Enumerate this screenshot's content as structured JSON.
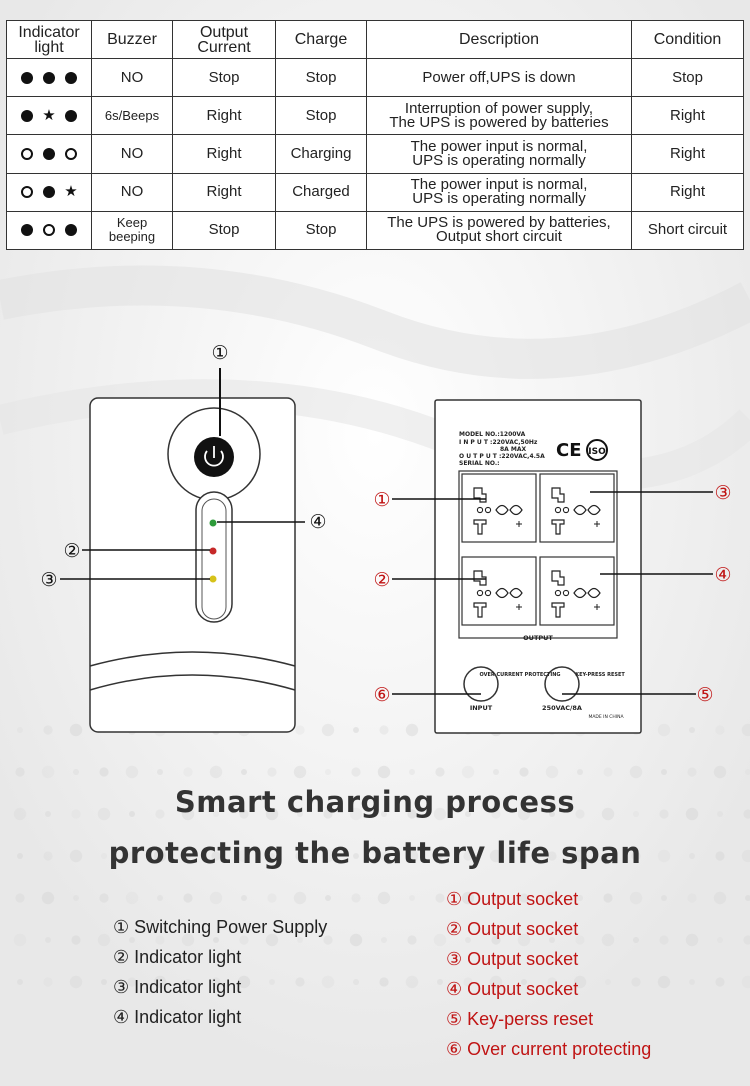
{
  "table": {
    "headers": [
      "Indicator light",
      "Buzzer",
      "Output Current",
      "Charge",
      "Description",
      "Condition"
    ],
    "rows": [
      {
        "lights": [
          "filled",
          "filled",
          "filled"
        ],
        "buzzer": "NO",
        "output": "Stop",
        "charge": "Stop",
        "desc1": "Power off,UPS is down",
        "desc2": "",
        "condition": "Stop"
      },
      {
        "lights": [
          "filled",
          "star",
          "filled"
        ],
        "buzzer": "6s/Beeps",
        "output": "Right",
        "charge": "Stop",
        "desc1": "Interruption of power supply,",
        "desc2": "The UPS is powered by batteries",
        "condition": "Right"
      },
      {
        "lights": [
          "hollow",
          "filled",
          "hollow"
        ],
        "buzzer": "NO",
        "output": "Right",
        "charge": "Charging",
        "desc1": "The power input is normal,",
        "desc2": "UPS is operating normally",
        "condition": "Right"
      },
      {
        "lights": [
          "hollow",
          "filled",
          "star"
        ],
        "buzzer": "NO",
        "output": "Right",
        "charge": "Charged",
        "desc1": "The power input is normal,",
        "desc2": "UPS is operating normally",
        "condition": "Right"
      },
      {
        "lights": [
          "filled",
          "hollow",
          "filled"
        ],
        "buzzer": "Keep beeping",
        "output": "Stop",
        "charge": "Stop",
        "desc1": "The UPS is powered by batteries,",
        "desc2": "Output short circuit",
        "condition": "Short circuit"
      }
    ]
  },
  "front_panel": {
    "callouts": [
      "①",
      "②",
      "③",
      "④"
    ]
  },
  "rear_panel": {
    "model_lines": [
      "MODEL NO.:1200VA",
      "I N P U T :220VAC,50Hz",
      "8A MAX",
      "O U T P U T :220VAC,4.5A",
      "SERIAL NO.:"
    ],
    "ce_mark": "CE",
    "iso_mark": "ISO",
    "output_label": "OUTPUT",
    "over_current_label": "OVER CURRENT PROTECTING",
    "key_press_label": "KEY-PRESS RESET",
    "input_label": "INPUT",
    "rating_label": "250VAC/8A",
    "made_in": "MADE IN CHINA",
    "callouts": [
      "①",
      "②",
      "③",
      "④",
      "⑤",
      "⑥"
    ]
  },
  "headline": {
    "line1": "Smart charging process",
    "line2": "protecting the battery life span"
  },
  "legend_left": [
    "① Switching Power Supply",
    "② Indicator light",
    "③ Indicator light",
    "④ Indicator light"
  ],
  "legend_right": [
    "① Output socket",
    "② Output socket",
    "③ Output socket",
    "④ Output socket",
    "⑤ Key-perss reset",
    "⑥ Over current protecting"
  ],
  "colors": {
    "legend_right": "#c01414",
    "callout_red": "#c01414",
    "led_green": "#2e9b3a",
    "led_red": "#c62828",
    "led_yellow": "#d6c21a"
  }
}
